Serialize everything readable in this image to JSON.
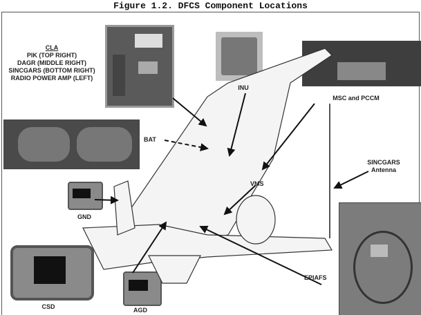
{
  "title": "Figure 1.2.  DFCS Component Locations",
  "labels": {
    "cla_heading": "CLA",
    "cla_lines": [
      "PIK (TOP RIGHT)",
      "DAGR (MIDDLE RIGHT)",
      "SINCGARS (BOTTOM RIGHT)",
      "RADIO POWER AMP (LEFT)"
    ],
    "inu": "INU",
    "msc": "MSC and PCCM",
    "bat": "BAT",
    "gnd": "GND",
    "vms": "VMS",
    "sincgars_antenna_1": "SINCGARS",
    "sincgars_antenna_2": "Antenna",
    "csd": "CSD",
    "agd": "AGD",
    "epiafs": "EPIAFS"
  }
}
